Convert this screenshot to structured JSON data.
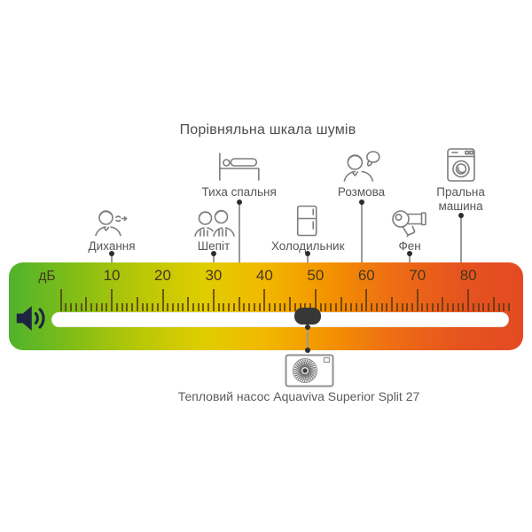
{
  "title": "Порівняльна шкала шумів",
  "scale": {
    "unit_label": "дБ",
    "min_db": 0,
    "max_db": 88,
    "minor_step": 1,
    "medium_step": 5,
    "major_step": 10,
    "numbers": [
      10,
      20,
      30,
      40,
      50,
      60,
      70,
      80
    ],
    "gradient_stops": [
      {
        "pos": 0,
        "color": "#4fb32c"
      },
      {
        "pos": 12,
        "color": "#7fbd18"
      },
      {
        "pos": 25,
        "color": "#b7c707"
      },
      {
        "pos": 38,
        "color": "#e0cd00"
      },
      {
        "pos": 50,
        "color": "#f2b700"
      },
      {
        "pos": 62,
        "color": "#f39300"
      },
      {
        "pos": 74,
        "color": "#ee6f14"
      },
      {
        "pos": 88,
        "color": "#e6531f"
      },
      {
        "pos": 100,
        "color": "#e34a22"
      }
    ],
    "tick_color": "#54390f",
    "number_color": "#46371c"
  },
  "noise_items": [
    {
      "id": "breathing",
      "label": "Дихання",
      "db": 10,
      "row": 2,
      "icon": "breathing-person-icon"
    },
    {
      "id": "whisper",
      "label": "Шепіт",
      "db": 30,
      "row": 2,
      "icon": "whispering-people-icon"
    },
    {
      "id": "quiet-bedroom",
      "label": "Тиха спальня",
      "db": 35,
      "row": 1,
      "icon": "bed-icon"
    },
    {
      "id": "refrigerator",
      "label": "Холодильник",
      "db": 48.5,
      "row": 2,
      "icon": "refrigerator-icon"
    },
    {
      "id": "conversation",
      "label": "Розмова",
      "db": 59,
      "row": 1,
      "icon": "talking-person-icon"
    },
    {
      "id": "hair-dryer",
      "label": "Фен",
      "db": 68.5,
      "row": 2,
      "icon": "hair-dryer-icon"
    },
    {
      "id": "washing-machine",
      "label": "Пральна машина",
      "db": 78.5,
      "row": 1,
      "icon": "washing-machine-icon"
    }
  ],
  "marker": {
    "label": "Тепловий насос Aquaviva Superior Split 27",
    "db": 48.5,
    "icon": "heat-pump-icon",
    "handle_color": "#373737"
  },
  "speaker_color": "#1d2442"
}
